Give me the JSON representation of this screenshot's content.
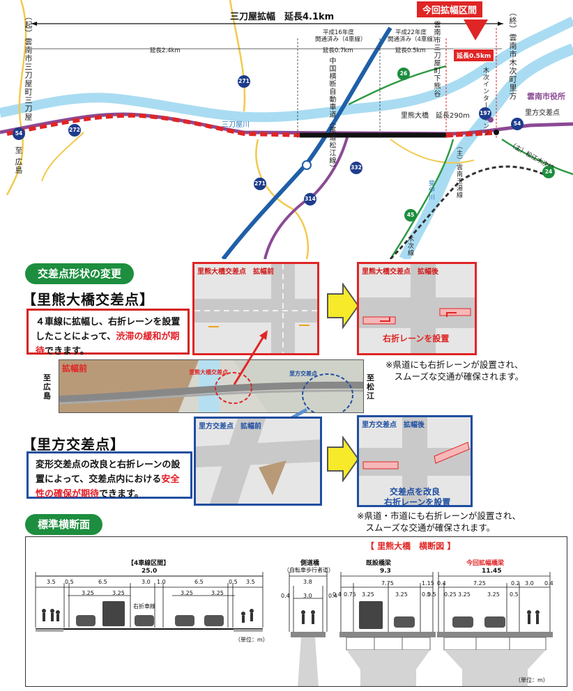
{
  "map": {
    "title": "三刀屋拡幅　延長4.1km",
    "badge_current": "今回拡幅区間",
    "badge_length": "延長0.5km",
    "segment_1": "延長2.4km",
    "seg2_label": "平成16年度",
    "seg2_status": "開通済み（4車線）",
    "seg2_length": "延長0.7km",
    "seg3_label": "平成22年度",
    "seg3_status": "開通済み（4車線）",
    "seg3_length": "延長0.5km",
    "start_label": "（起）雲南市三刀屋町三刀屋",
    "end_label": "（終）雲南市木次町里方",
    "shimokumaya": "雲南市三刀屋町下熊谷",
    "expressway": "中国横断自動車道（尾道松江線）",
    "kisuki_ic": "木次インターチェンジ",
    "mitoya_river": "三刀屋川",
    "satokuma_bridge": "里熊大橋　延長290m",
    "city_hall": "雲南市役所",
    "satokata_xing": "里方交差点",
    "to_hiroshima": "至 広島",
    "to_matsue": "至 松江",
    "rte_matsue_kisuki": "（主）松江木次線",
    "rte_unnan_tamayu": "（主）雲南玉湯線",
    "hii_river": "斐伊川",
    "kisuki_line": "木次線",
    "routes": {
      "r54": "54",
      "r54b": "54",
      "r272": "272",
      "r271": "271",
      "r271b": "271",
      "r26": "26",
      "r197": "197",
      "r24": "24",
      "r332": "332",
      "r314": "314",
      "r45": "45"
    }
  },
  "intersection_section": {
    "pill": "交差点形状の変更",
    "sato_title": "【里熊大橋交差点】",
    "sato_desc_1": "４車線に拡幅し、右折レーンを設置したことによって、",
    "sato_desc_hl": "渋滞の緩和が期待",
    "sato_desc_2": "できます。",
    "sato_before": "里熊大橋交差点　拡幅前",
    "sato_after": "里熊大橋交差点　拡幅後",
    "sato_after_caption": "右折レーンを設置",
    "sato_note": "※県道にも右折レーンが設置され、\n　スムーズな交通が確保されます。",
    "aerial_label": "拡幅前",
    "aerial_sato": "里熊大橋交差点",
    "aerial_satokata": "里方交差点",
    "aerial_left_1": "至",
    "aerial_left_2": "広",
    "aerial_left_3": "島",
    "aerial_right_1": "至",
    "aerial_right_2": "松",
    "aerial_right_3": "江",
    "satokata_title": "【里方交差点】",
    "satokata_desc_1": "変形交差点の改良と右折レーンの設置によって、交差点内における",
    "satokata_desc_hl": "安全性の確保が期待",
    "satokata_desc_2": "できます。",
    "satokata_before": "里方交差点　拡幅前",
    "satokata_after": "里方交差点　拡幅後",
    "satokata_caption_1": "交差点を改良",
    "satokata_caption_2": "右折レーンを設置",
    "satokata_note": "※県道・市道にも右折レーンが設置され、\n　スムーズな交通が確保されます。"
  },
  "cross_section": {
    "pill": "標準横断面",
    "bridge_title": "【 里熊大橋　横断図 】",
    "four_lane_title": "【4車線区間】",
    "four_total": "25.0",
    "four_dims_top": [
      "3.5",
      "0.5",
      "6.5",
      "3.0",
      "1.0",
      "6.5",
      "0.5",
      "3.5"
    ],
    "four_lanes": [
      "3.25",
      "3.25",
      "3.25",
      "3.25"
    ],
    "right_turn": "右折車線",
    "unit_left": "（単位：m）",
    "side_bridge_title": "側道橋",
    "side_bridge_sub": "（自転車歩行者道）",
    "side_total": "3.8",
    "side_inner": "3.0",
    "side_edge_l": "0.4",
    "side_edge_r": "0.4",
    "existing_title": "既設橋梁",
    "existing_total": "9.3",
    "existing_dims": [
      "7.75",
      "1.15"
    ],
    "existing_lanes": [
      "3.25",
      "3.25"
    ],
    "existing_small": [
      "0.4",
      "0.75",
      "0.5",
      "0.5"
    ],
    "new_title": "今回拡幅橋梁",
    "new_total": "11.45",
    "new_dims": [
      "0.4",
      "7.25",
      "0.2",
      "3.0",
      "0.4"
    ],
    "new_lanes": [
      "3.25",
      "3.25"
    ],
    "new_small": [
      "0.25",
      "0.5"
    ],
    "unit_right": "（単位：m）"
  },
  "colors": {
    "green_pill": "#1d8e3f",
    "red_frame": "#e02525",
    "blue_frame": "#1f4ea0",
    "highlight": "#e31b23",
    "purple_road": "#8b4a94",
    "expressway": "#1f5fa8"
  }
}
